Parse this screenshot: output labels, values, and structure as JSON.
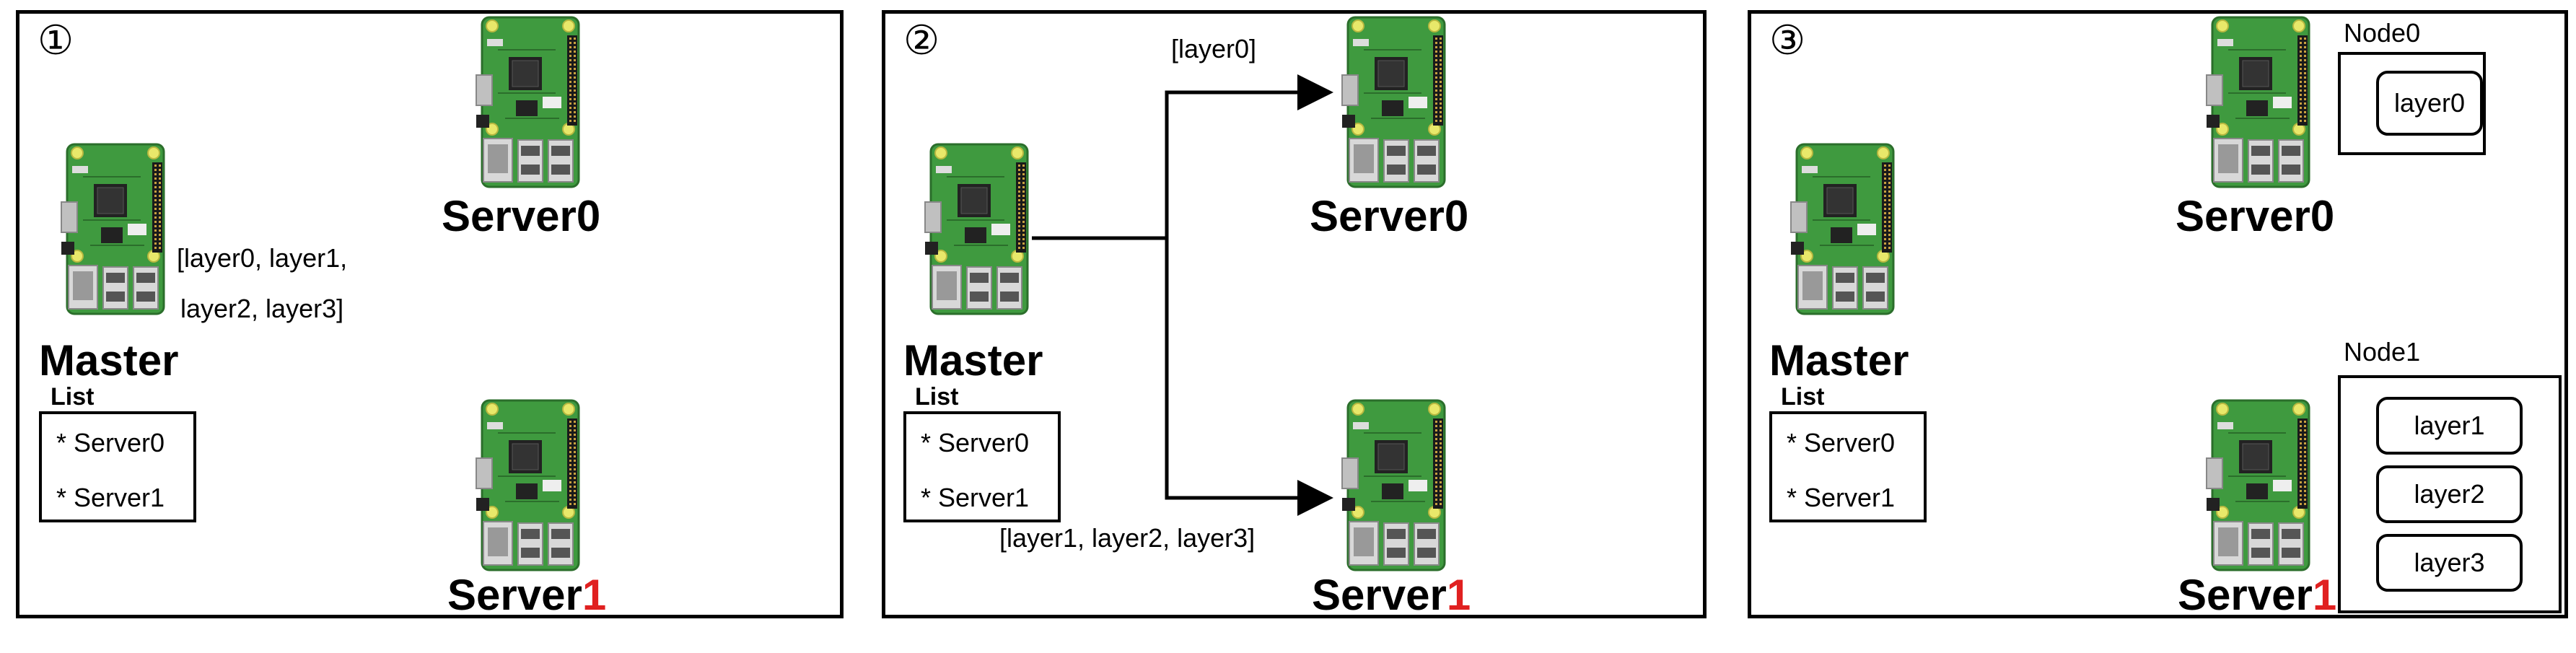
{
  "panels": [
    {
      "number": "①",
      "master": {
        "label": "Master",
        "list_title": "List",
        "list_items": [
          "* Server0",
          "* Server1"
        ]
      },
      "server0": {
        "label": "Server0"
      },
      "server1": {
        "label_prefix": "Server",
        "label_suffix": "1"
      },
      "annotation_line1": "[layer0, layer1,",
      "annotation_line2": "layer2, layer3]"
    },
    {
      "number": "②",
      "master": {
        "label": "Master",
        "list_title": "List",
        "list_items": [
          "* Server0",
          "* Server1"
        ]
      },
      "server0": {
        "label": "Server0"
      },
      "server1": {
        "label_prefix": "Server",
        "label_suffix": "1"
      },
      "arrow_top_label": "[layer0]",
      "arrow_bottom_label": "[layer1, layer2, layer3]"
    },
    {
      "number": "③",
      "master": {
        "label": "Master",
        "list_title": "List",
        "list_items": [
          "* Server0",
          "* Server1"
        ]
      },
      "server0": {
        "label": "Server0"
      },
      "server1": {
        "label_prefix": "Server",
        "label_suffix": "1"
      },
      "node0": {
        "title": "Node0",
        "layers": [
          "layer0"
        ]
      },
      "node1": {
        "title": "Node1",
        "layers": [
          "layer1",
          "layer2",
          "layer3"
        ]
      }
    }
  ],
  "colors": {
    "board": "#3f9a3f",
    "board_dark": "#2b6e2b",
    "chip": "#222222",
    "port": "#d8d8d8",
    "highlight": "#e02020"
  },
  "icons": {
    "device": "raspberry-pi-board-icon"
  }
}
